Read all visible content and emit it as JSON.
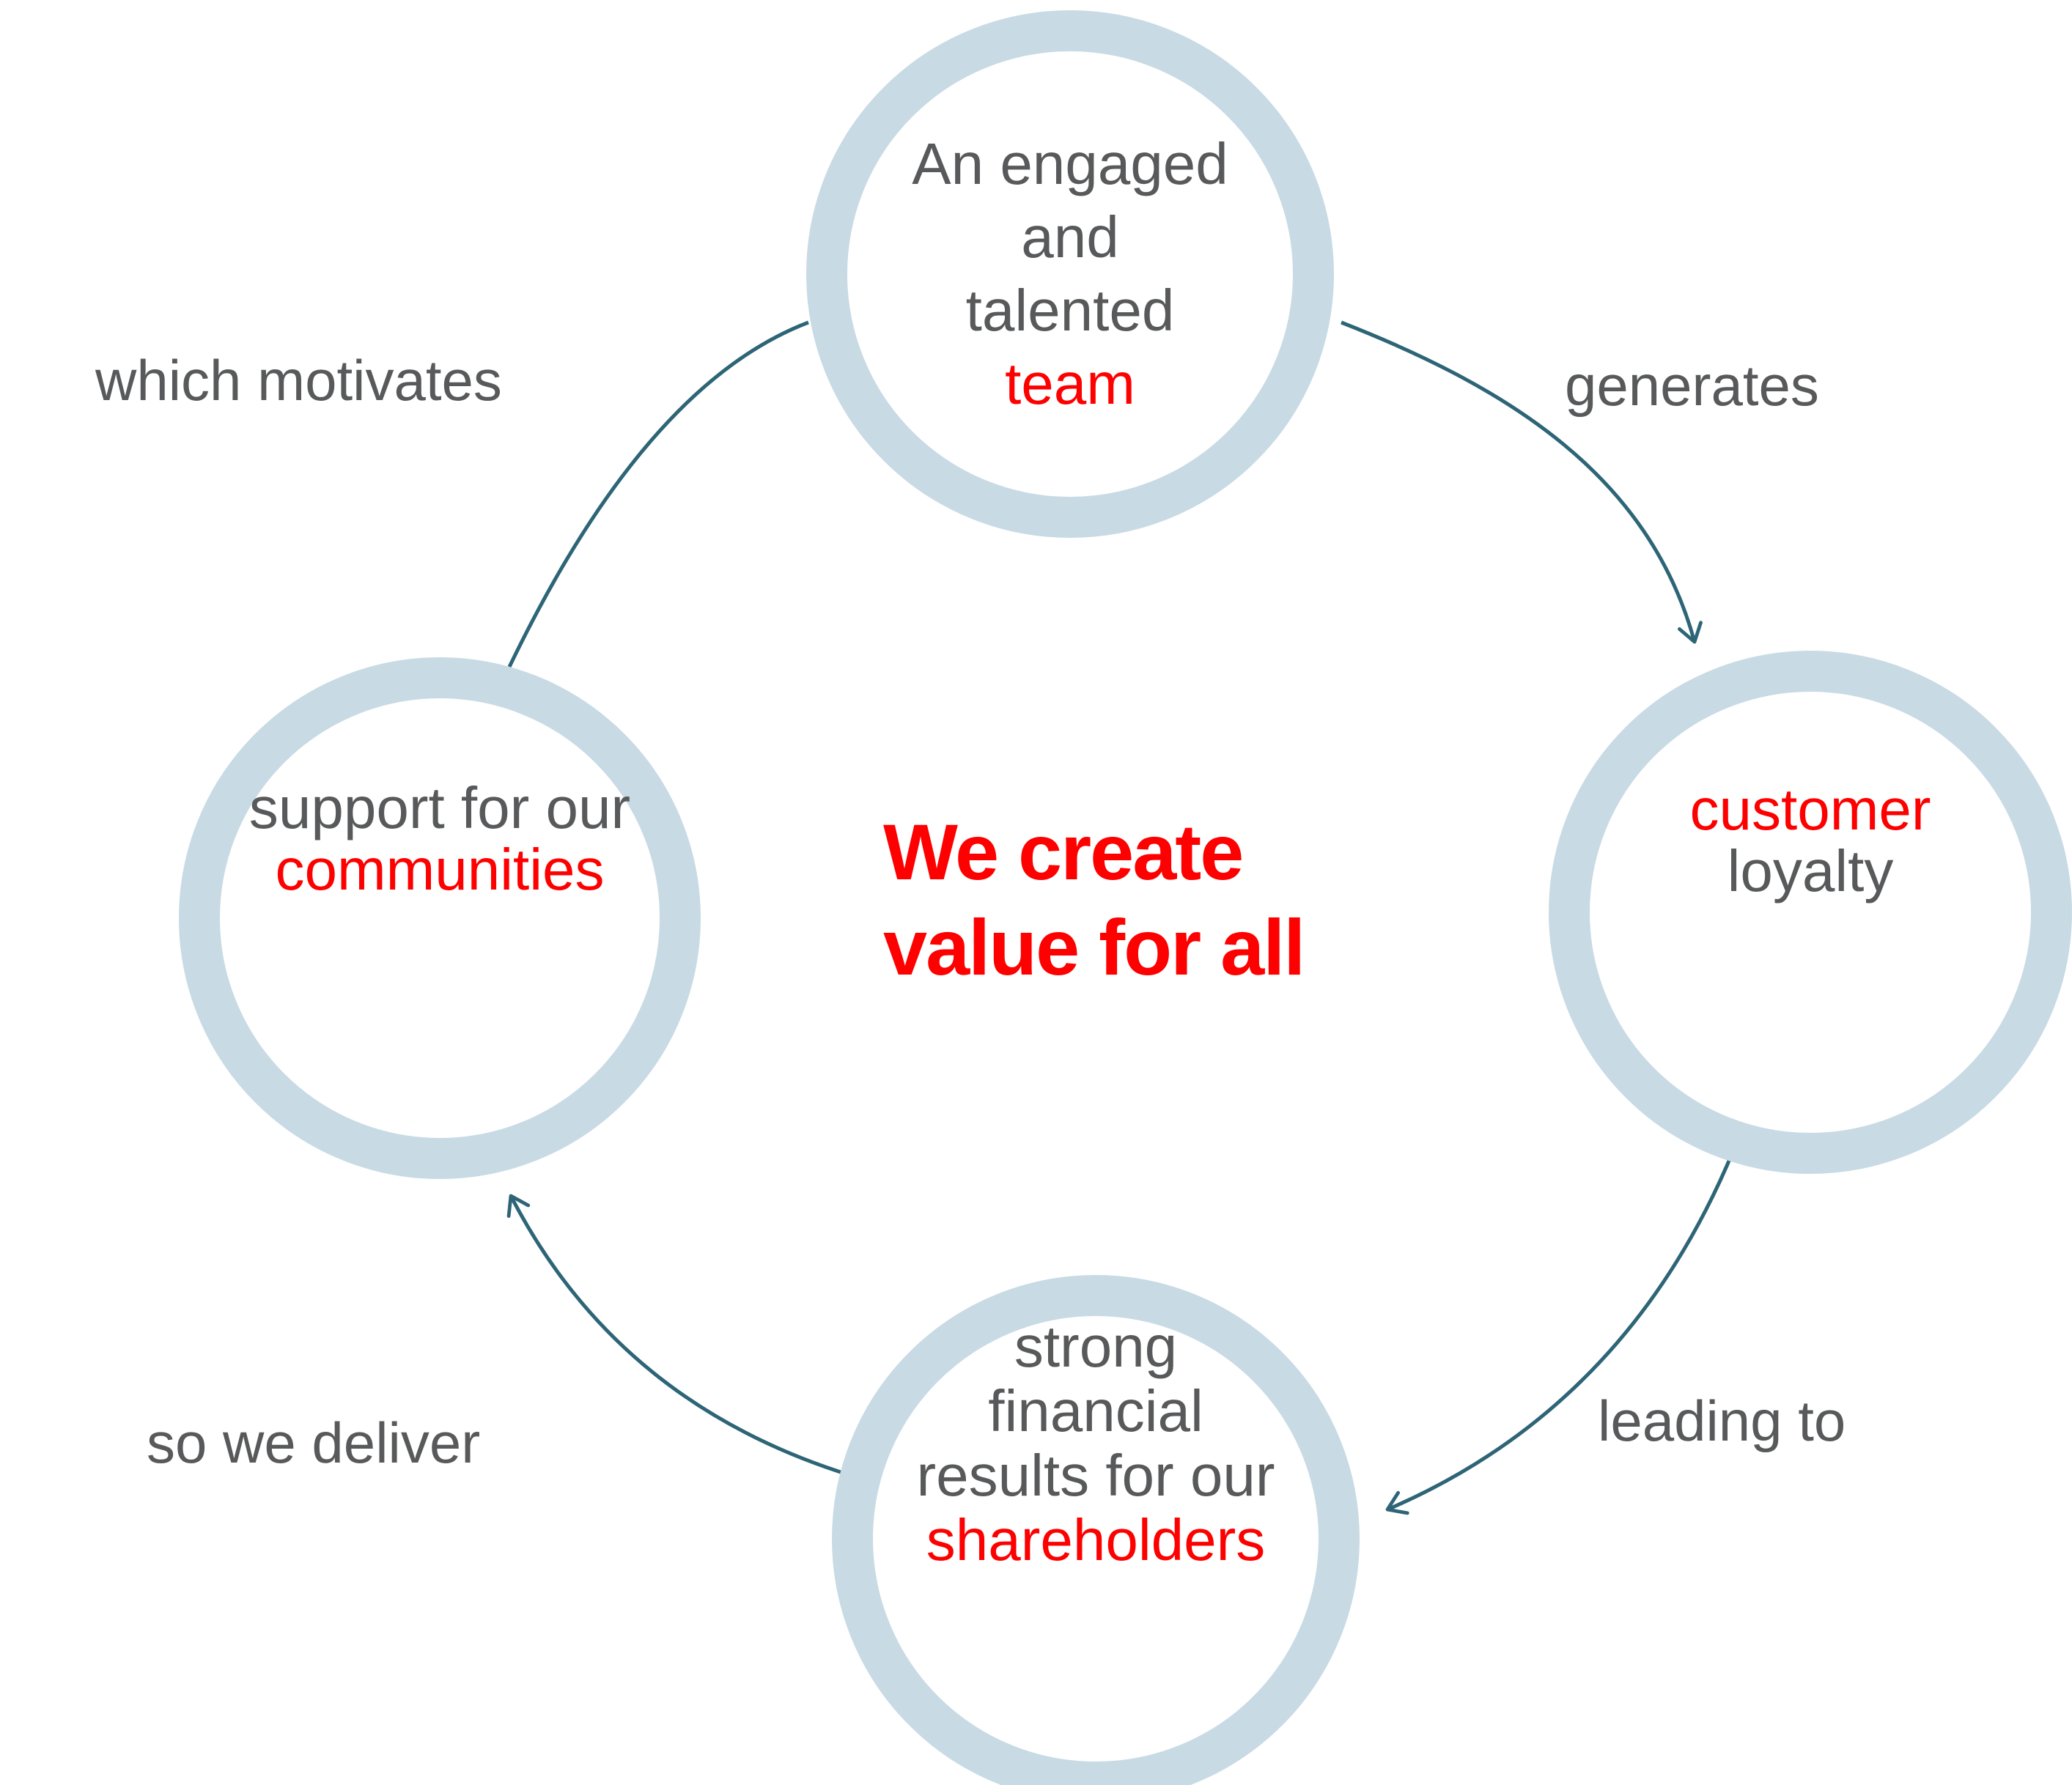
{
  "diagram": {
    "type": "cycle",
    "colors": {
      "ring_blue": "#c8dae4",
      "text_gray": "#58595a",
      "accent_red": "#fe0000",
      "arrow_teal": "#2d6577",
      "background": "#ffffff"
    },
    "center_message": {
      "color": "#fe0000",
      "lines": [
        {
          "text": "We create"
        },
        {
          "text": "value for all"
        }
      ]
    },
    "nodes": {
      "top": {
        "id": "team",
        "lines": [
          {
            "text": "An engaged",
            "color": "#58595a"
          },
          {
            "text": "and",
            "color": "#58595a"
          },
          {
            "text": "talented",
            "color": "#58595a"
          },
          {
            "text": "team",
            "color": "#fe0000"
          }
        ]
      },
      "right": {
        "id": "customer-loyalty",
        "lines": [
          {
            "text": "customer",
            "color": "#fe0000"
          },
          {
            "text": "loyalty",
            "color": "#58595a"
          }
        ]
      },
      "bottom": {
        "id": "shareholders",
        "lines": [
          {
            "text": "strong",
            "color": "#58595a"
          },
          {
            "text": "financial",
            "color": "#58595a"
          },
          {
            "text": "results for our",
            "color": "#58595a"
          },
          {
            "text": "shareholders",
            "color": "#fe0000"
          }
        ]
      },
      "left": {
        "id": "communities",
        "lines": [
          {
            "text": "support for our",
            "color": "#58595a"
          },
          {
            "text": "communities",
            "color": "#fe0000"
          }
        ]
      }
    },
    "flow_labels": {
      "top_right": {
        "text": "generates",
        "color": "#58595a"
      },
      "bottom_right": {
        "text": "leading to",
        "color": "#58595a"
      },
      "bottom_left": {
        "text": "so we deliver",
        "color": "#58595a"
      },
      "top_left": {
        "text": "which motivates",
        "color": "#58595a"
      }
    },
    "flows": [
      {
        "from": "team",
        "to": "customer-loyalty",
        "label": "generates"
      },
      {
        "from": "customer-loyalty",
        "to": "shareholders",
        "label": "leading to"
      },
      {
        "from": "shareholders",
        "to": "communities",
        "label": "so we deliver"
      },
      {
        "from": "communities",
        "to": "team",
        "label": "which motivates"
      }
    ]
  }
}
